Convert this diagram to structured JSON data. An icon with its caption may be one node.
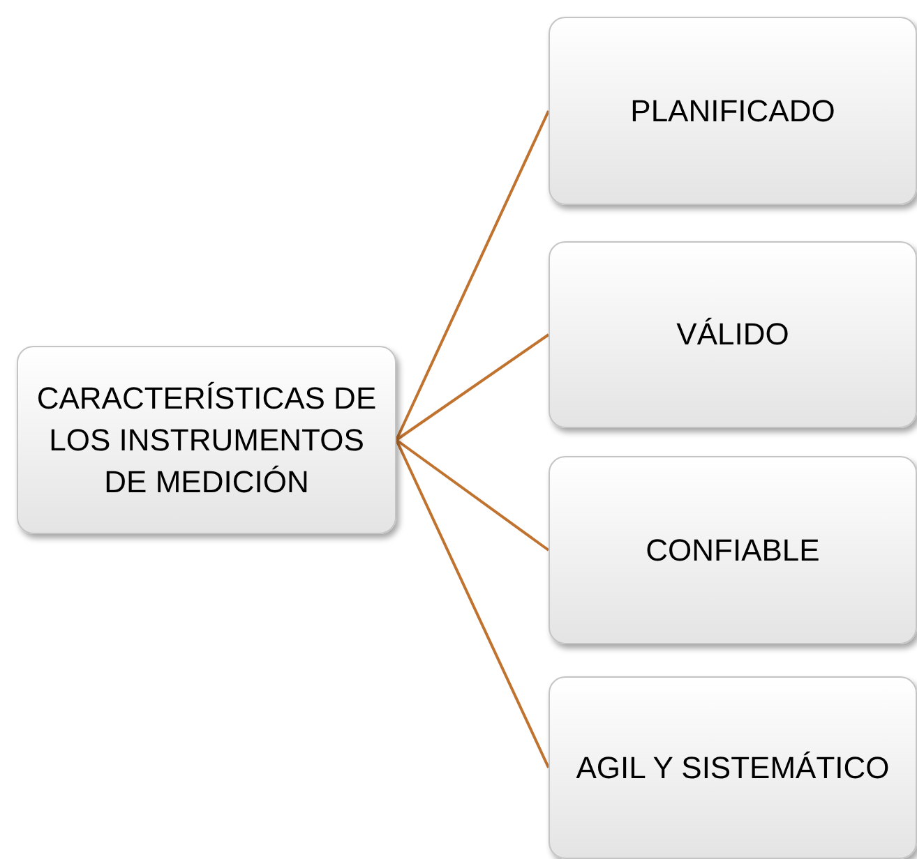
{
  "diagram": {
    "nodes": [
      {
        "text": [
          "CARACTERÍSTICAS DE LOS INSTRUMENTOS DE MEDICIÓN"
        ]
      },
      {
        "text": [
          "PLANIFICADO"
        ]
      },
      {
        "text": [
          "VÁLIDO"
        ]
      },
      {
        "text": [
          "CONFIABLE"
        ]
      },
      {
        "text": [
          "AGIL Y SISTEMÁTICO"
        ]
      }
    ],
    "edges": [
      {
        "from": 0,
        "to": 1,
        "arrow": "none"
      },
      {
        "from": 0,
        "to": 2,
        "arrow": "none"
      },
      {
        "from": 0,
        "to": 3,
        "arrow": "none"
      },
      {
        "from": 0,
        "to": 4,
        "arrow": "none"
      }
    ]
  }
}
